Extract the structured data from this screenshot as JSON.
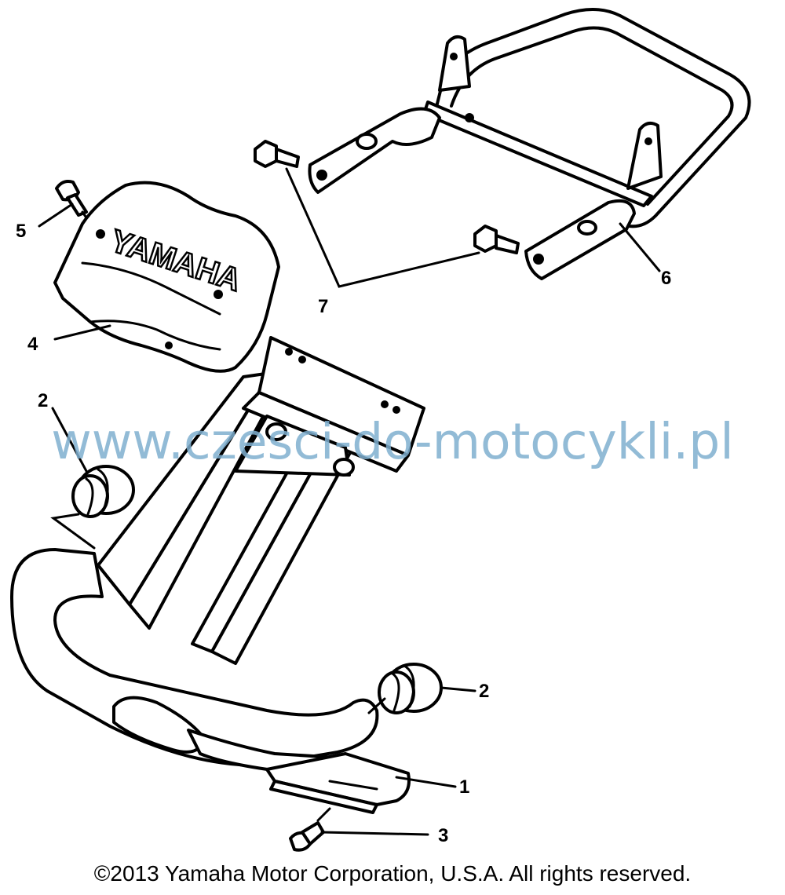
{
  "callouts": [
    {
      "id": "1",
      "label": "1"
    },
    {
      "id": "2a",
      "label": "2"
    },
    {
      "id": "2b",
      "label": "2"
    },
    {
      "id": "3",
      "label": "3"
    },
    {
      "id": "4",
      "label": "4"
    },
    {
      "id": "5",
      "label": "5"
    },
    {
      "id": "6",
      "label": "6"
    },
    {
      "id": "7",
      "label": "7"
    }
  ],
  "cover_logo": "YAMAHA",
  "watermark": "www.czesci-do-motocykli.pl",
  "copyright": "©2013 Yamaha Motor Corporation, U.S.A. All rights reserved.",
  "colors": {
    "line": "#000000",
    "watermark": "#7fb0d0",
    "background": "#ffffff"
  }
}
